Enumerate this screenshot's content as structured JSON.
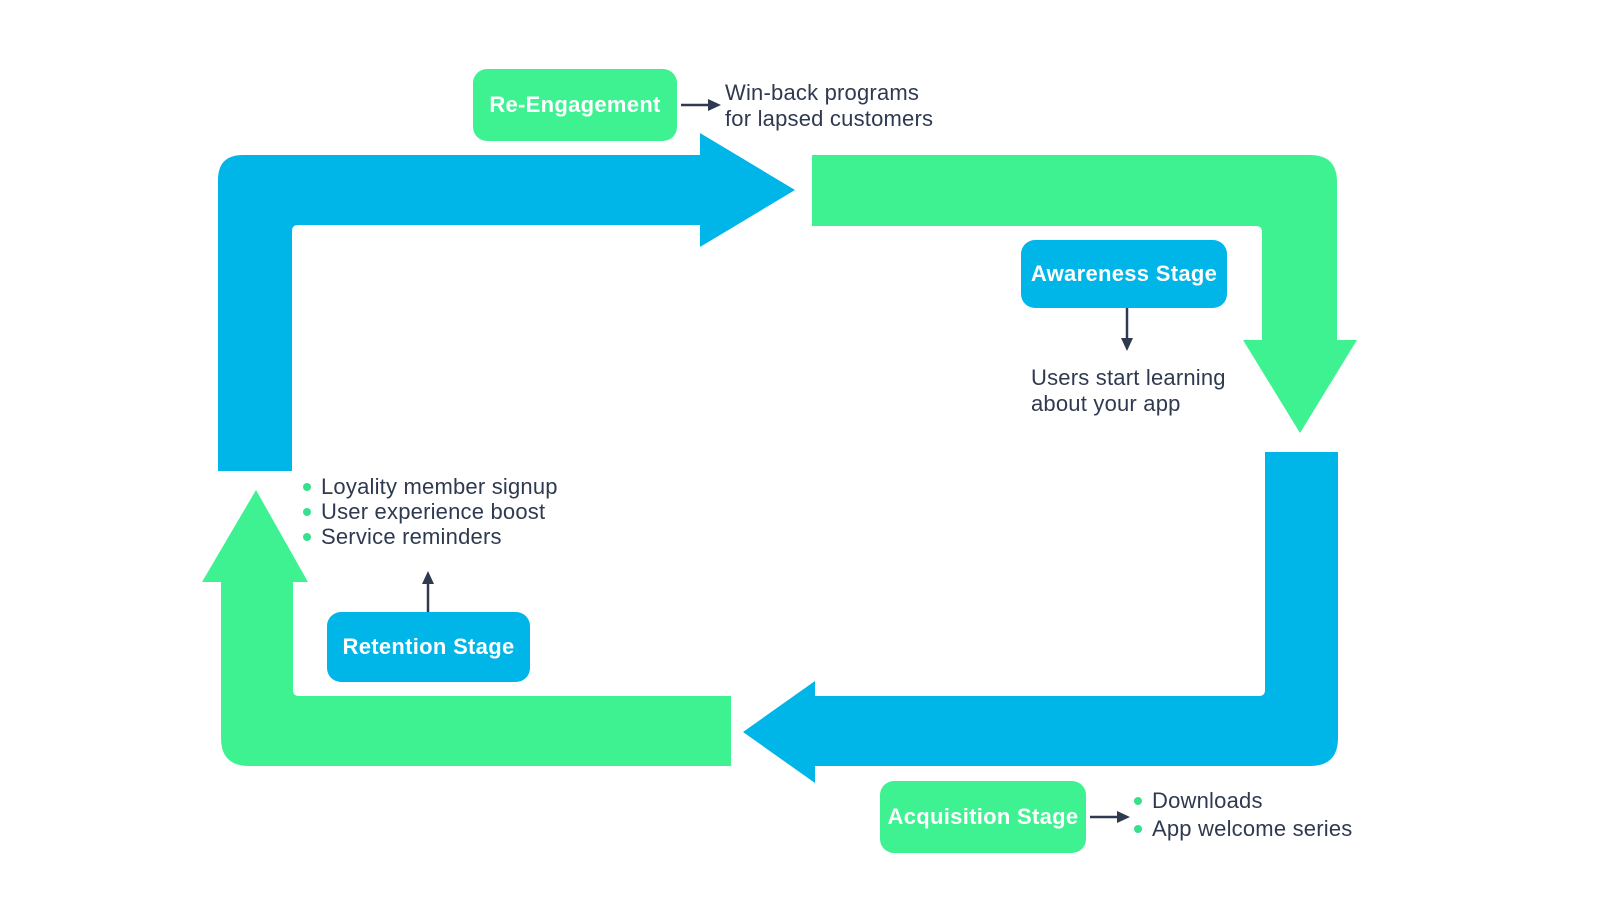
{
  "title": "App customer lifecycle loop diagram",
  "colors": {
    "arrow_blue": "#00b5e8",
    "arrow_green": "#3ef292",
    "text_dark": "#2f3a50",
    "stage_text": "#ffffff",
    "bullet_dot_green": "#38e08d",
    "background": "#ffffff"
  },
  "stages": {
    "re_engagement": {
      "label": "Re-Engagement"
    },
    "awareness": {
      "label": "Awareness Stage"
    },
    "retention": {
      "label": "Retention Stage"
    },
    "acquisition": {
      "label": "Acquisition Stage"
    }
  },
  "annotations": {
    "re_engagement": {
      "lines": [
        "Win-back programs",
        "for lapsed customers"
      ]
    },
    "awareness": {
      "lines": [
        "Users start learning",
        "about your app"
      ]
    },
    "retention": {
      "items": [
        "Loyality member signup",
        "User experience boost",
        "Service reminders"
      ]
    },
    "acquisition": {
      "items": [
        "Downloads",
        "App welcome series"
      ]
    }
  }
}
